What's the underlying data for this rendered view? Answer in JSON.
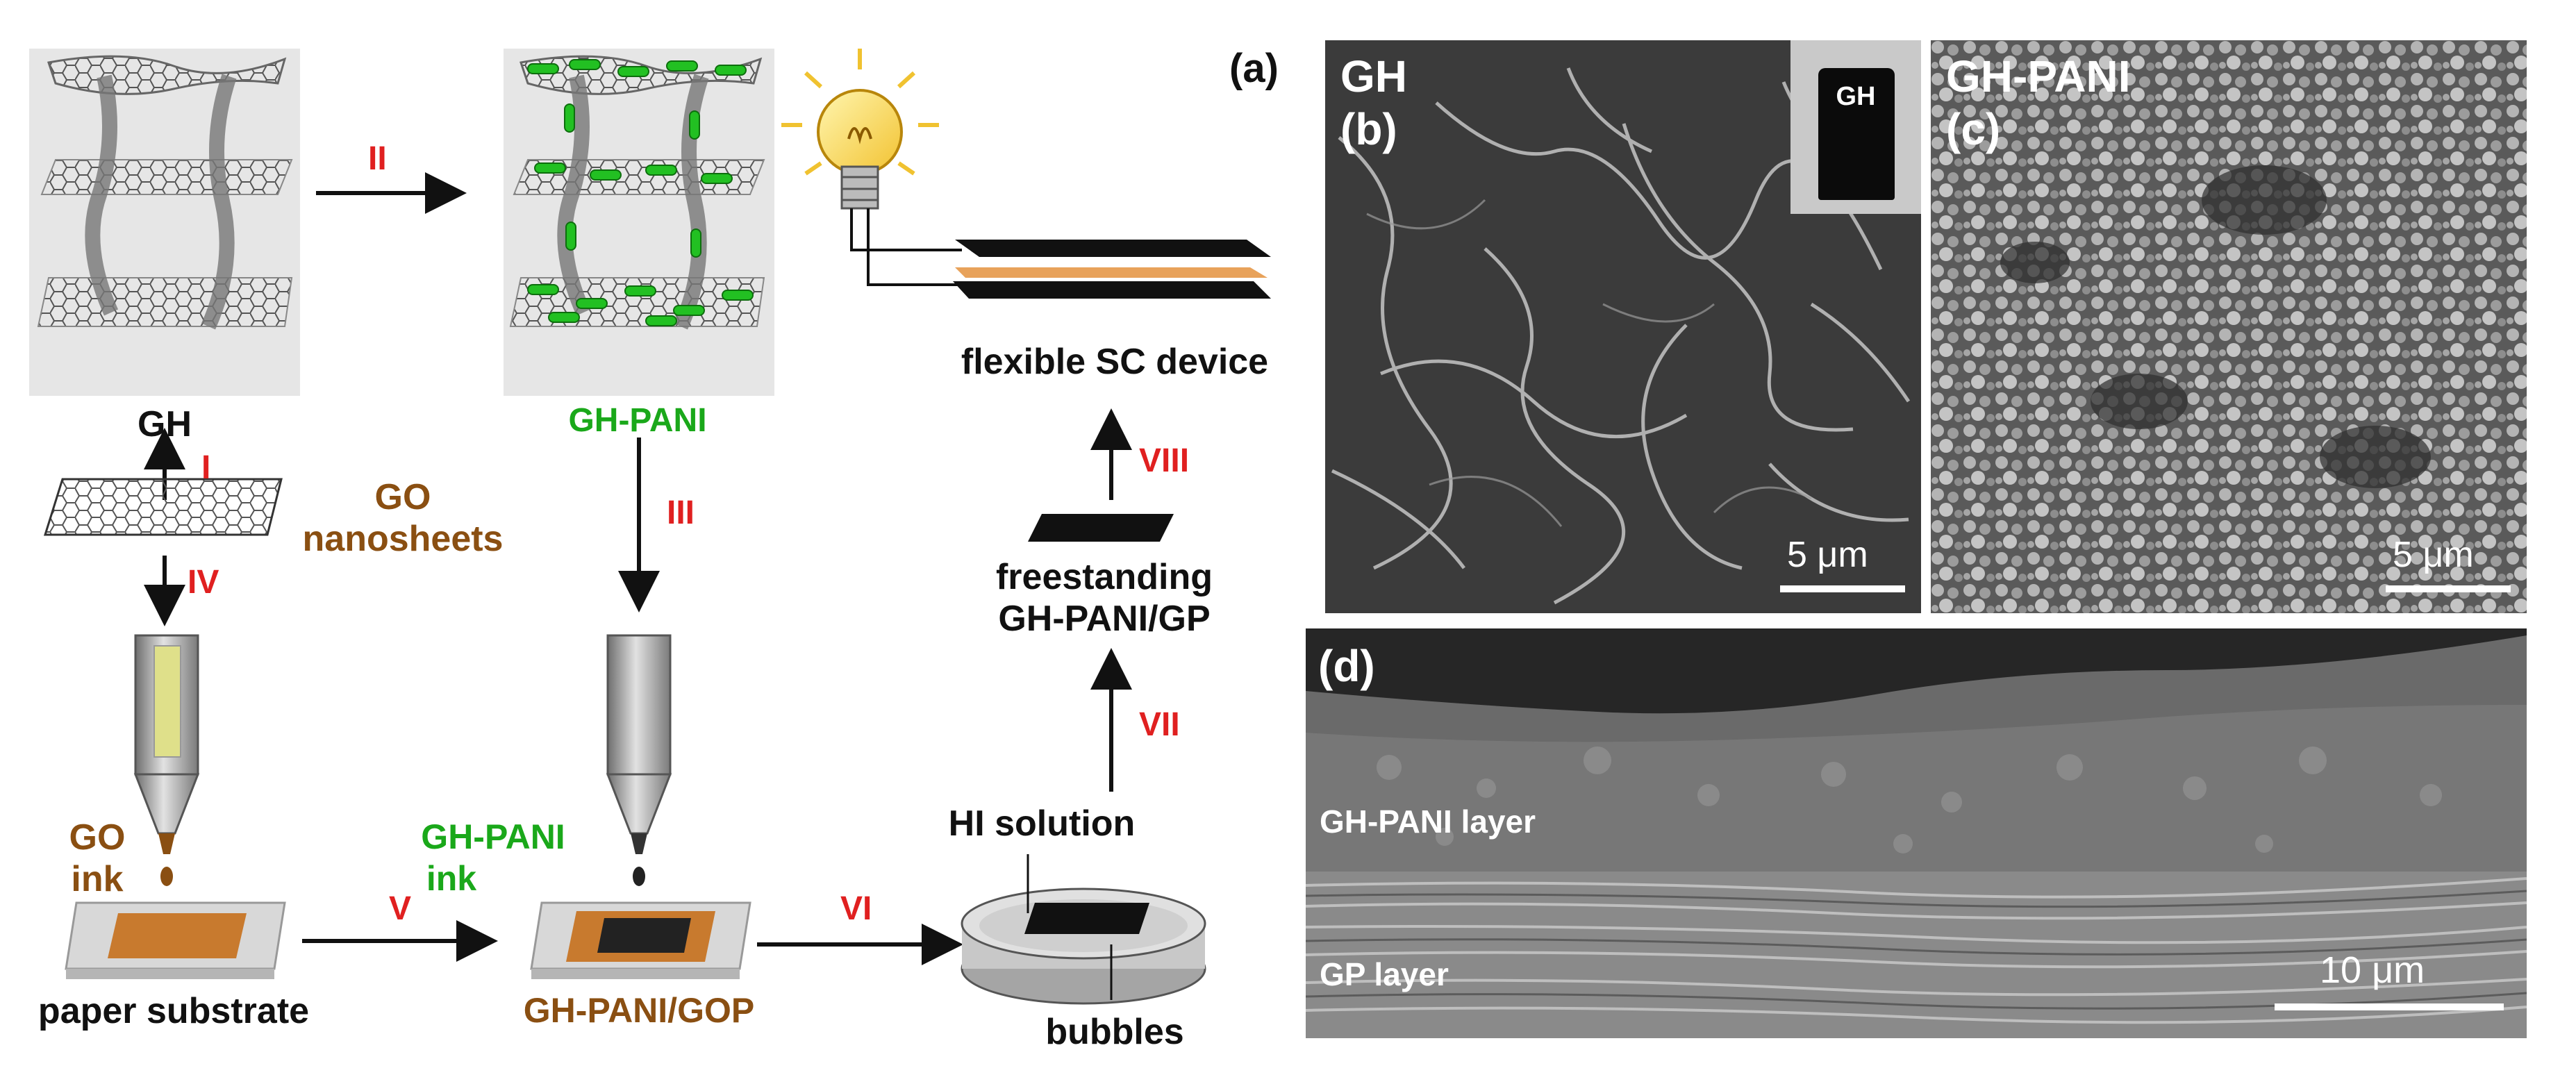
{
  "labels": {
    "gh": "GH",
    "gh_pani": "GH-PANI",
    "go_nanosheets_1": "GO",
    "go_nanosheets_2": "nanosheets",
    "go_ink_1": "GO",
    "go_ink_2": "ink",
    "gh_pani_ink_1": "GH-PANI",
    "gh_pani_ink_2": "ink",
    "paper_substrate": "paper substrate",
    "gh_pani_gop": "GH-PANI/GOP",
    "hi_solution": "HI solution",
    "bubbles": "bubbles",
    "freestanding_1": "freestanding",
    "freestanding_2": "GH-PANI/GP",
    "flexible_sc_device": "flexible SC device",
    "panel_a": "(a)"
  },
  "steps": {
    "I": "I",
    "II": "II",
    "III": "III",
    "IV": "IV",
    "V": "V",
    "VI": "VI",
    "VII": "VII",
    "VIII": "VIII"
  },
  "sem": {
    "b": {
      "title": "GH",
      "tag": "(b)",
      "inset": "GH",
      "scale": "5 μm"
    },
    "c": {
      "title": "GH-PANI",
      "tag": "(c)",
      "scale": "5 μm"
    },
    "d": {
      "tag": "(d)",
      "layer_top": "GH-PANI layer",
      "layer_bottom": "GP layer",
      "scale": "10 μm"
    }
  },
  "colors": {
    "green": "#1aa81a",
    "brown": "#8a4f12",
    "red": "#e02020",
    "copper": "#c87a2e"
  }
}
